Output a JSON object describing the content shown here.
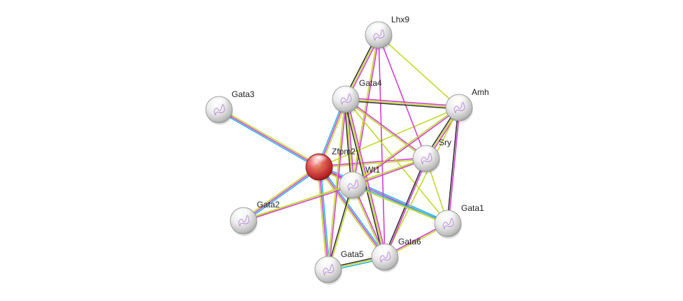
{
  "colors": {
    "node_default": "#f4f4f4",
    "node_query": "#e64646",
    "edge_experiments": "#d13fd1",
    "edge_databases": "#2bb5e4",
    "edge_textmining": "#c3d92a",
    "edge_coexpression": "#333333"
  },
  "nodes": [
    {
      "id": "Lhx9",
      "label": "Lhx9",
      "query": false
    },
    {
      "id": "Gata4",
      "label": "Gata4",
      "query": false
    },
    {
      "id": "Amh",
      "label": "Amh",
      "query": false
    },
    {
      "id": "Gata3",
      "label": "Gata3",
      "query": false
    },
    {
      "id": "Sry",
      "label": "Sry",
      "query": false
    },
    {
      "id": "Zfpm2",
      "label": "Zfpm2",
      "query": true
    },
    {
      "id": "Wt1",
      "label": "Wt1",
      "query": false
    },
    {
      "id": "Gata2",
      "label": "Gata2",
      "query": false
    },
    {
      "id": "Gata1",
      "label": "Gata1",
      "query": false
    },
    {
      "id": "Gata6",
      "label": "Gata6",
      "query": false
    },
    {
      "id": "Gata5",
      "label": "Gata5",
      "query": false
    }
  ],
  "edges": [
    {
      "source": "Zfpm2",
      "target": "Gata3",
      "types": [
        "databases",
        "experiments",
        "textmining"
      ]
    },
    {
      "source": "Zfpm2",
      "target": "Gata2",
      "types": [
        "databases",
        "experiments",
        "textmining"
      ]
    },
    {
      "source": "Zfpm2",
      "target": "Gata4",
      "types": [
        "databases",
        "experiments",
        "textmining"
      ]
    },
    {
      "source": "Zfpm2",
      "target": "Gata5",
      "types": [
        "databases",
        "experiments",
        "textmining"
      ]
    },
    {
      "source": "Zfpm2",
      "target": "Gata6",
      "types": [
        "databases",
        "experiments",
        "textmining"
      ]
    },
    {
      "source": "Zfpm2",
      "target": "Gata1",
      "types": [
        "databases",
        "experiments",
        "textmining"
      ]
    },
    {
      "source": "Zfpm2",
      "target": "Wt1",
      "types": [
        "experiments",
        "textmining"
      ]
    },
    {
      "source": "Zfpm2",
      "target": "Sry",
      "types": [
        "experiments",
        "textmining"
      ]
    },
    {
      "source": "Zfpm2",
      "target": "Amh",
      "types": [
        "textmining"
      ]
    },
    {
      "source": "Lhx9",
      "target": "Gata4",
      "types": [
        "experiments",
        "textmining",
        "coexpression"
      ]
    },
    {
      "source": "Lhx9",
      "target": "Wt1",
      "types": [
        "experiments",
        "textmining"
      ]
    },
    {
      "source": "Lhx9",
      "target": "Amh",
      "types": [
        "textmining"
      ]
    },
    {
      "source": "Lhx9",
      "target": "Sry",
      "types": [
        "experiments"
      ]
    },
    {
      "source": "Lhx9",
      "target": "Gata6",
      "types": [
        "experiments"
      ]
    },
    {
      "source": "Gata4",
      "target": "Amh",
      "types": [
        "experiments",
        "textmining",
        "coexpression"
      ]
    },
    {
      "source": "Gata4",
      "target": "Sry",
      "types": [
        "experiments",
        "textmining"
      ]
    },
    {
      "source": "Gata4",
      "target": "Wt1",
      "types": [
        "experiments",
        "textmining",
        "coexpression"
      ]
    },
    {
      "source": "Gata4",
      "target": "Gata6",
      "types": [
        "experiments",
        "textmining",
        "coexpression"
      ]
    },
    {
      "source": "Gata4",
      "target": "Gata5",
      "types": [
        "experiments",
        "textmining"
      ]
    },
    {
      "source": "Gata4",
      "target": "Gata1",
      "types": [
        "textmining"
      ]
    },
    {
      "source": "Amh",
      "target": "Sry",
      "types": [
        "experiments",
        "textmining",
        "coexpression"
      ]
    },
    {
      "source": "Amh",
      "target": "Wt1",
      "types": [
        "experiments",
        "textmining"
      ]
    },
    {
      "source": "Amh",
      "target": "Gata6",
      "types": [
        "textmining"
      ]
    },
    {
      "source": "Amh",
      "target": "Gata1",
      "types": [
        "experiments",
        "coexpression"
      ]
    },
    {
      "source": "Sry",
      "target": "Wt1",
      "types": [
        "experiments",
        "textmining"
      ]
    },
    {
      "source": "Sry",
      "target": "Gata6",
      "types": [
        "experiments",
        "coexpression"
      ]
    },
    {
      "source": "Sry",
      "target": "Gata1",
      "types": [
        "textmining"
      ]
    },
    {
      "source": "Sry",
      "target": "Gata2",
      "types": [
        "textmining"
      ]
    },
    {
      "source": "Wt1",
      "target": "Gata5",
      "types": [
        "textmining",
        "coexpression"
      ]
    },
    {
      "source": "Wt1",
      "target": "Gata6",
      "types": [
        "experiments",
        "textmining"
      ]
    },
    {
      "source": "Wt1",
      "target": "Gata2",
      "types": [
        "experiments",
        "textmining"
      ]
    },
    {
      "source": "Wt1",
      "target": "Gata1",
      "types": [
        "databases",
        "textmining"
      ]
    },
    {
      "source": "Gata6",
      "target": "Gata5",
      "types": [
        "databases",
        "textmining",
        "coexpression"
      ]
    },
    {
      "source": "Gata6",
      "target": "Gata1",
      "types": [
        "experiments",
        "textmining"
      ]
    }
  ]
}
